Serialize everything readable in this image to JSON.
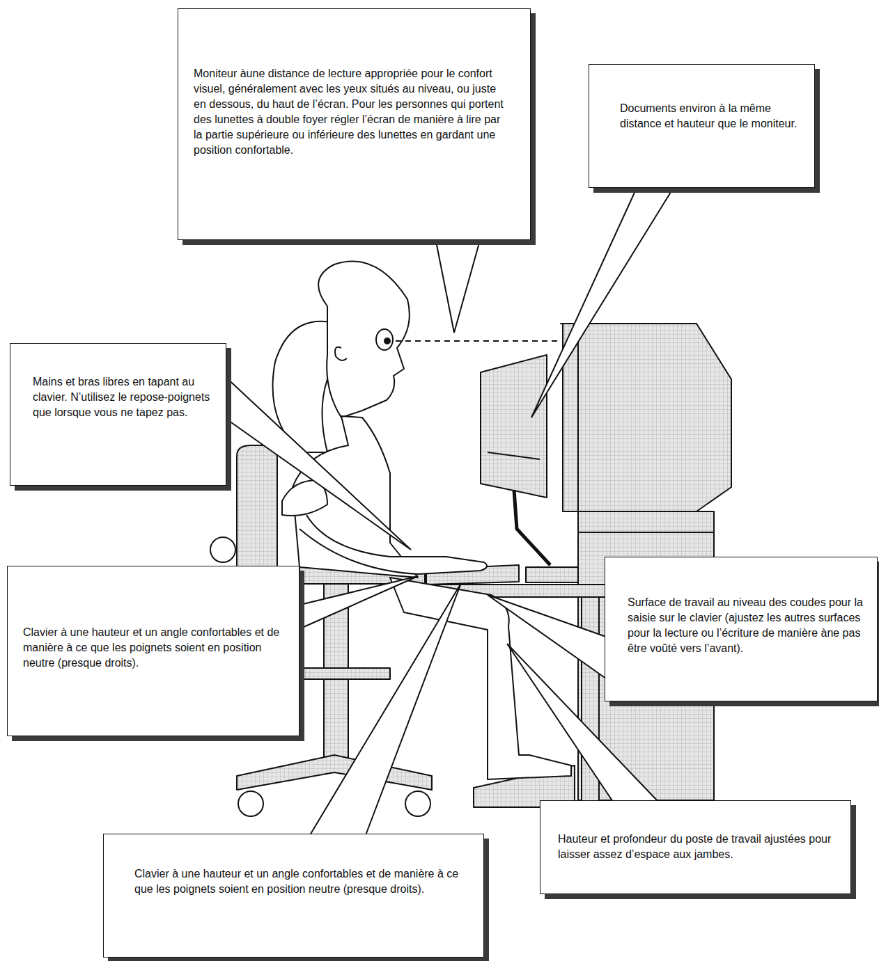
{
  "diagram": {
    "nodes": [
      {
        "text": [
          "Moniteur àune distance de lecture appropriée pour le confort visuel, généralement avec les yeux situés au niveau, ou juste en dessous, du haut de l’écran. Pour les personnes qui portent des lunettes à double foyer régler l’écran de manière à lire par la partie supérieure ou inférieure des lunettes en gardant une position confortable."
        ]
      },
      {
        "text": [
          "Documents environ à la même distance et hauteur que le moniteur."
        ]
      },
      {
        "text": [
          "Mains et bras libres en tapant au clavier. N’utilisez le repose-poignets que lorsque vous ne tapez pas."
        ]
      },
      {
        "text": [
          "Clavier à une hauteur et un angle confortables et de manière à ce que les poignets soient en position neutre (presque droits)."
        ]
      },
      {
        "text": [
          "Surface de travail au niveau des coudes pour la saisie sur le clavier (ajustez les autres surfaces pour la lecture ou l’écriture de manière àne pas être voûté vers l’avant)."
        ]
      },
      {
        "text": [
          "Hauteur et profondeur du poste de travail ajustées pour laisser assez d’espace aux jambes."
        ]
      },
      {
        "text": [
          "Clavier à une hauteur et un angle confortables et de manière à ce que les poignets soient en position neutre (presque droits)."
        ]
      }
    ]
  }
}
